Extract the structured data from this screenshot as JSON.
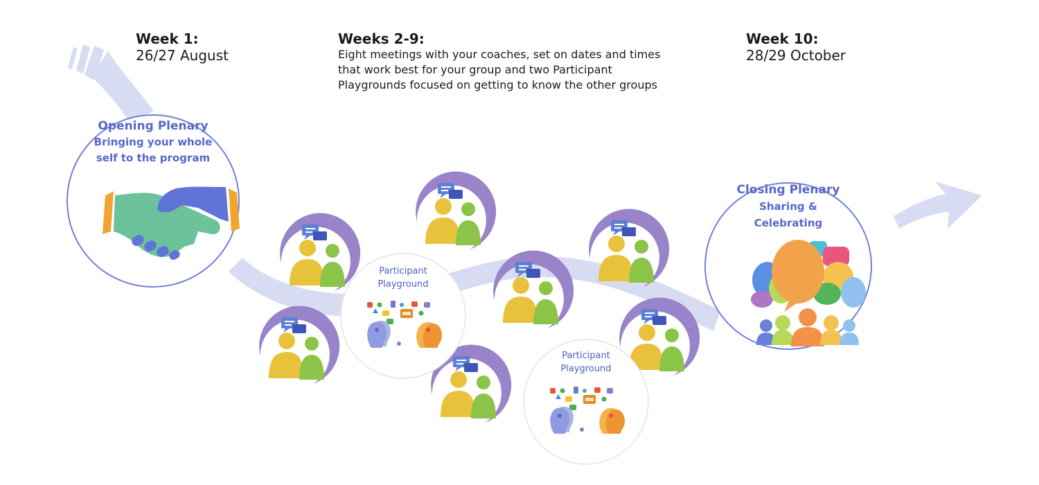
{
  "timeline": {
    "week1": {
      "label": "Week 1:",
      "date": "26/27 August"
    },
    "weeks2_9": {
      "label": "Weeks 2-9:",
      "lines": [
        "Eight meetings with your coaches, set on dates and times",
        "that work best for your group and two Participant",
        "Playgrounds focused on getting to know the other groups"
      ]
    },
    "week10": {
      "label": "Week 10:",
      "date": "28/29 October"
    }
  },
  "opening": {
    "title": "Opening Plenary",
    "subtitle_1": "Bringing your whole",
    "subtitle_2": "self to the program"
  },
  "closing": {
    "title": "Closing Plenary",
    "subtitle_1": "Sharing &",
    "subtitle_2": "Celebrating"
  },
  "playground1": {
    "line1": "Participant",
    "line2": "Playground"
  },
  "playground2": {
    "line1": "Participant",
    "line2": "Playground"
  },
  "colors": {
    "arrow": "#d8dcf3",
    "circle_border": "#6f7fd6",
    "title_text": "#5668c8",
    "coach_swoosh": "#9a84c9",
    "person_yellow": "#e9c23b",
    "person_green": "#8cc44a",
    "chat_blue": "#5f7fd4"
  }
}
